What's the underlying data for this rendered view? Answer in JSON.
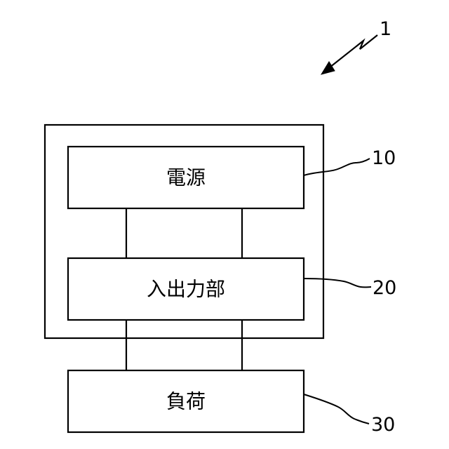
{
  "figure": {
    "reference": "1",
    "power_source": {
      "label": "電源",
      "reference": "10"
    },
    "io_unit": {
      "label": "入出力部",
      "reference": "20"
    },
    "load": {
      "label": "負荷",
      "reference": "30"
    }
  },
  "colors": {
    "stroke": "#000000",
    "background": "#ffffff"
  }
}
